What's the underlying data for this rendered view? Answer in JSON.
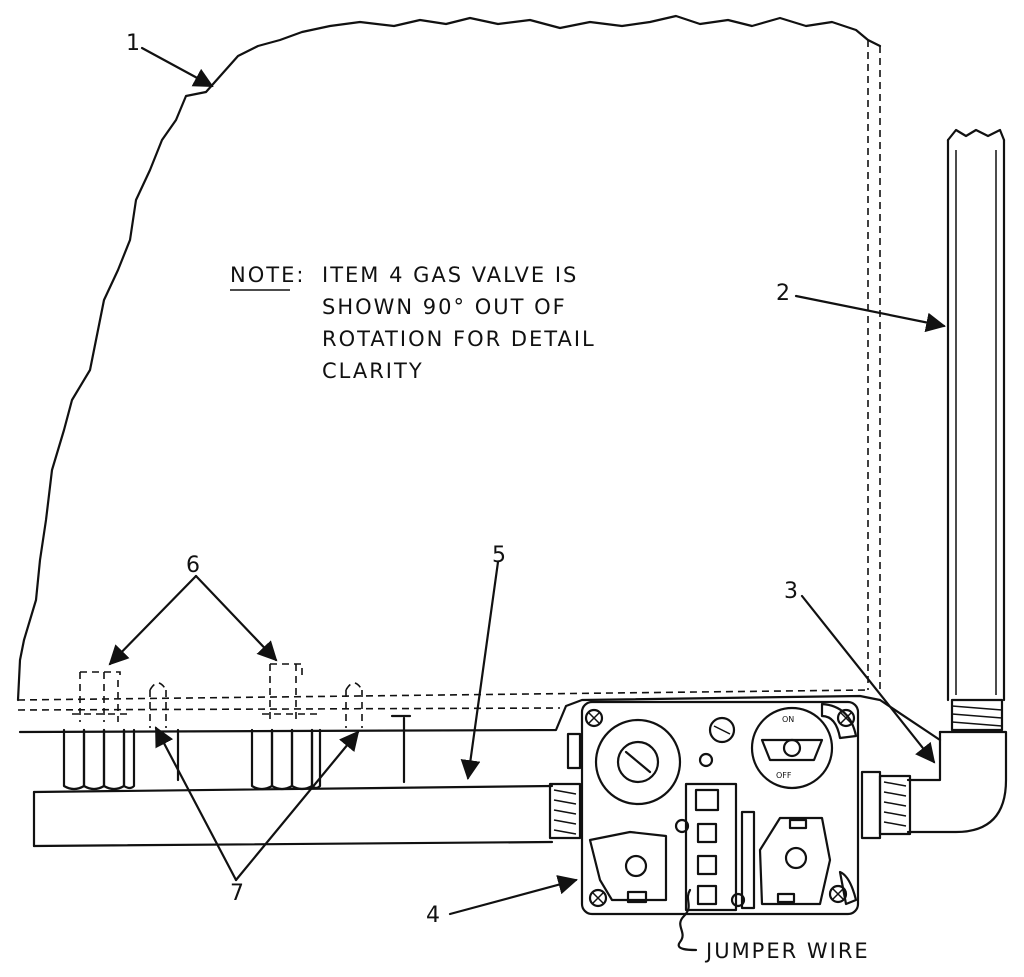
{
  "note": {
    "prefix": "NOTE:",
    "lines": [
      "ITEM 4  GAS VALVE IS",
      "SHOWN 90° OUT OF",
      "ROTATION FOR DETAIL",
      "CLARITY"
    ]
  },
  "callouts": {
    "c1": "1",
    "c2": "2",
    "c3": "3",
    "c4": "4",
    "c5": "5",
    "c6": "6",
    "c7": "7"
  },
  "jumper_wire_label": "JUMPER WIRE",
  "valve_knob": {
    "on": "ON",
    "off": "OFF"
  }
}
